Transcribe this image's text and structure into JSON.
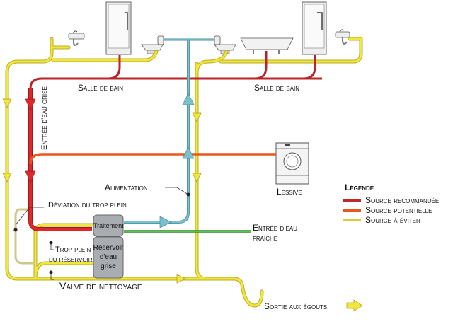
{
  "title": "Système de recyclage des eaux grises",
  "labels": {
    "bathroom_left": "Salle de bain",
    "bathroom_right": "Salle de bain",
    "grey_water_inlet": "Entrée d'eau grise",
    "supply": "Alimentation",
    "laundry": "Lessive",
    "overflow_diversion": "Déviation du trop plein",
    "fresh_water_inlet_line1": "Entrée d'eau",
    "fresh_water_inlet_line2": "fraîche",
    "tank_overflow_line1": "Trop plein",
    "tank_overflow_line2": "du réservoir",
    "cleaning_valve": "Valve de nettoyage",
    "sewer_outlet": "Sortie aux égouts",
    "treatment": "Traitement",
    "tank_line1": "Réservoir",
    "tank_line2": "d'eau",
    "tank_line3": "grise"
  },
  "legend": {
    "title": "Légende",
    "items": [
      {
        "label": "Source recommandée",
        "color": "#c0282d"
      },
      {
        "label": "Source potentielle",
        "color": "#e8561c"
      },
      {
        "label": "Source à éviter",
        "color": "#d8cc3a"
      }
    ]
  },
  "colors": {
    "recommended": "#d92a2a",
    "potential": "#e8561c",
    "avoid": "#e6d83a",
    "supply": "#6eb3c2",
    "fresh": "#4cb848",
    "tank": "#a9acb1"
  }
}
